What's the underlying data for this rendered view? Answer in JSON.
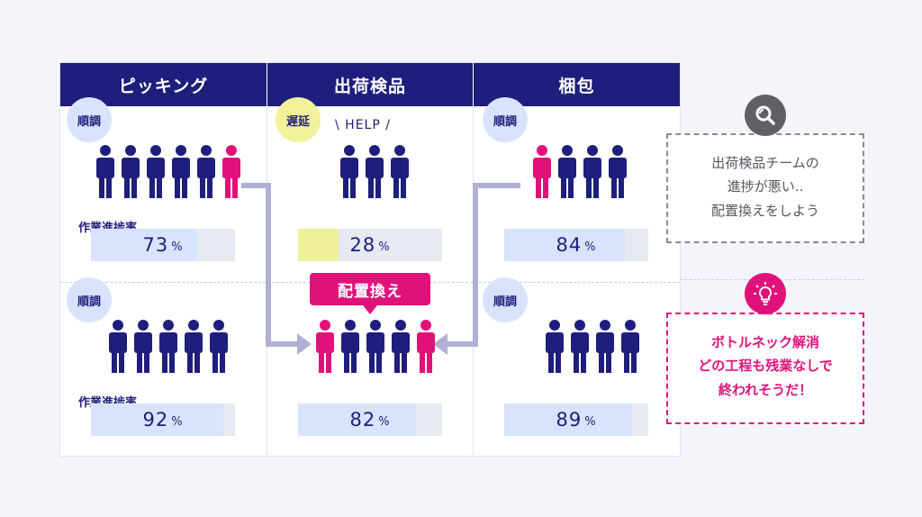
{
  "columns": [
    {
      "title": "ピッキング"
    },
    {
      "title": "出荷検品"
    },
    {
      "title": "梱包"
    }
  ],
  "colors": {
    "navy": "#1e1e7c",
    "magenta": "#e0127a",
    "status_ok_bg": "#d8e3fb",
    "status_late_bg": "#f3f199",
    "progress_fill": "#d7e4fb",
    "progress_late_fill": "#eef09a"
  },
  "cells": {
    "picking_top": {
      "status": "順調",
      "progress_label": "作業進捗率",
      "progress": "73",
      "fraction": 0.73,
      "people": [
        "navy",
        "navy",
        "navy",
        "navy",
        "navy",
        "magenta"
      ]
    },
    "inspect_top": {
      "status": "遅延",
      "help": "\\ HELP /",
      "progress": "28",
      "fraction": 0.28,
      "people": [
        "navy",
        "navy",
        "navy"
      ]
    },
    "pack_top": {
      "status": "順調",
      "progress": "84",
      "fraction": 0.84,
      "people": [
        "magenta",
        "navy",
        "navy",
        "navy"
      ]
    },
    "picking_bottom": {
      "status": "順調",
      "progress_label": "作業進捗率",
      "progress": "92",
      "fraction": 0.92,
      "people": [
        "navy",
        "navy",
        "navy",
        "navy",
        "navy"
      ]
    },
    "inspect_bottom": {
      "callout": "配置換え",
      "progress": "82",
      "fraction": 0.82,
      "people": [
        "magenta",
        "navy",
        "navy",
        "navy",
        "magenta"
      ]
    },
    "pack_bottom": {
      "status": "順調",
      "progress": "89",
      "fraction": 0.89,
      "people": [
        "navy",
        "navy",
        "navy",
        "navy"
      ]
    }
  },
  "pct_unit": "%",
  "notes": {
    "problem": {
      "icon": "magnifier-icon",
      "line1": "出荷検品チームの",
      "line2": "進捗が悪い..",
      "line3": "配置換えをしよう"
    },
    "solution": {
      "icon": "lightbulb-icon",
      "line1": "ボトルネック解消",
      "line2": "どの工程も残業なしで",
      "line3": "終われそうだ！"
    }
  }
}
